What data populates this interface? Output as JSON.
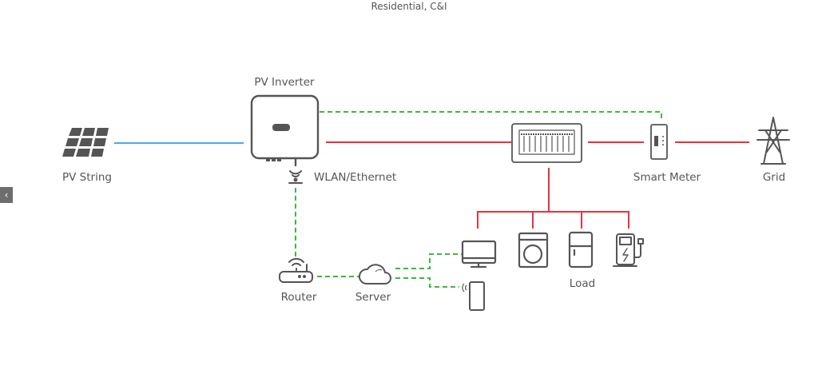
{
  "caption": "Residential, C&I",
  "labels": {
    "pv_string": "PV String",
    "pv_inverter": "PV Inverter",
    "wlan": "WLAN/Ethernet",
    "smart_meter": "Smart Meter",
    "grid": "Grid",
    "router": "Router",
    "server": "Server",
    "load": "Load"
  },
  "carousel": {
    "prev_label": "‹"
  },
  "colors": {
    "ac_line": "#e8323c",
    "dc_line": "#4aa8f0",
    "comm_line": "#3cb93c",
    "icon": "#555555"
  }
}
